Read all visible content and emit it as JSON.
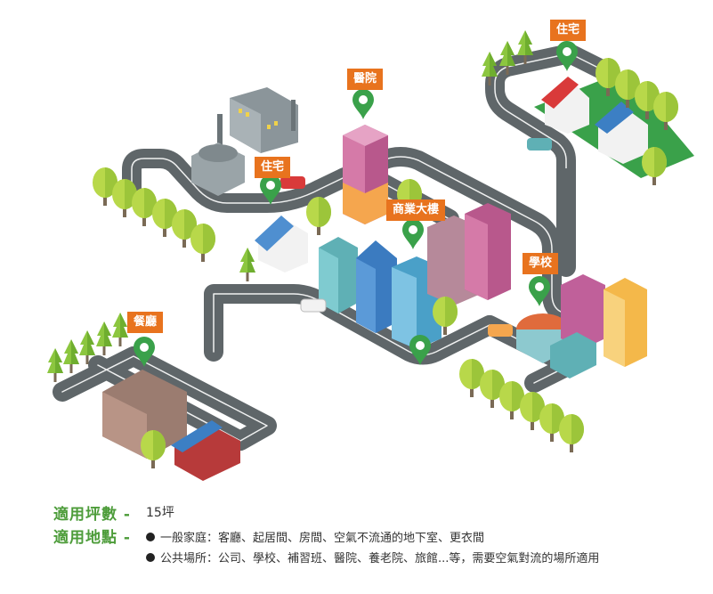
{
  "map_labels": {
    "residential_top": "住宅",
    "hospital": "醫院",
    "residential_mid": "住宅",
    "office": "商業大樓",
    "school": "學校",
    "restaurant": "餐廳"
  },
  "info": {
    "area_label": "適用坪數 -",
    "area_value": "15坪",
    "place_label": "適用地點 -",
    "place_items": [
      "一般家庭：客廳、起居間、房間、空氣不流通的地下室、更衣間",
      "公共場所：公司、學校、補習班、醫院、養老院、旅館...等，需要空氣對流的場所適用"
    ]
  },
  "colors": {
    "tag": "#e8731e",
    "label_green": "#4d9c3a",
    "road": "#5f6669",
    "pin": "#3aa14a",
    "tree_green": "#a7cf3b",
    "grass": "#3aa14a"
  }
}
